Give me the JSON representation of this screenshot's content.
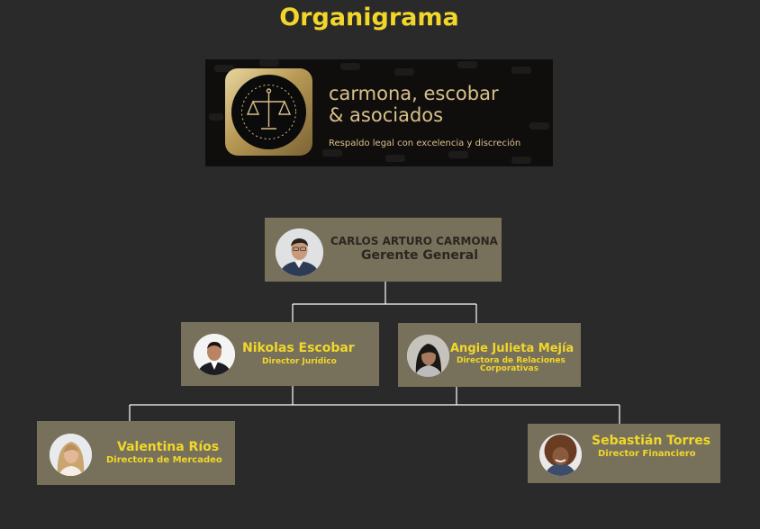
{
  "title": "Organigrama",
  "logo": {
    "line1": "carmona, escobar",
    "line2": "& asociados",
    "tagline": "Respaldo legal con excelencia y discreción"
  },
  "colors": {
    "background": "#2b2a2a",
    "node": "#77715b",
    "accent": "#f2d72a",
    "top_text": "#2b2620",
    "connector": "#ffffff"
  },
  "org": {
    "ceo": {
      "name": "CARLOS ARTURO CARMONA",
      "role": "Gerente General"
    },
    "legal": {
      "name": "Nikolas Escobar",
      "role": "Director Jurídico"
    },
    "relations": {
      "name": "Angie Julieta Mejía",
      "role_line1": "Directora de Relaciones",
      "role_line2": "Corporativas"
    },
    "marketing": {
      "name": "Valentina Ríos",
      "role": "Directora de Mercadeo"
    },
    "finance": {
      "name": "Sebastián Torres",
      "role": "Director Financiero"
    }
  }
}
